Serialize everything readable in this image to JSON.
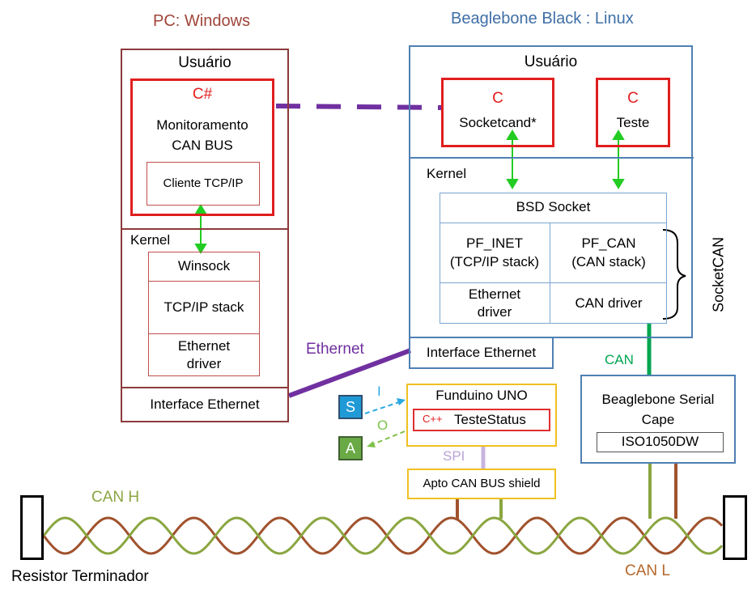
{
  "pc": {
    "title": "PC: Windows",
    "user_label": "Usuário",
    "app_lang": "C#",
    "app_name_line1": "Monitoramento",
    "app_name_line2": "CAN BUS",
    "tcp_client": "Cliente TCP/IP",
    "kernel_label": "Kernel",
    "winsock": "Winsock",
    "tcpip_stack": "TCP/IP stack",
    "eth_driver_line1": "Ethernet",
    "eth_driver_line2": "driver",
    "interface": "Interface  Ethernet"
  },
  "bbb": {
    "title": "Beaglebone  Black : Linux",
    "user_label": "Usuário",
    "socketcand_lang": "C",
    "socketcand_name": "Socketcand*",
    "teste_lang": "C",
    "teste_name": "Teste",
    "kernel_label": "Kernel",
    "bsd_socket": "BSD Socket",
    "pf_inet_line1": "PF_INET",
    "pf_inet_line2": "(TCP/IP stack)",
    "pf_can_line1": "PF_CAN",
    "pf_can_line2": "(CAN stack)",
    "eth_driver_line1": "Ethernet",
    "eth_driver_line2": "driver",
    "can_driver": "CAN driver",
    "socketcan": "SocketCAN",
    "interface": "Interface  Ethernet"
  },
  "links": {
    "ethernet": "Ethernet",
    "can": "CAN",
    "spi": "SPI",
    "in": "I",
    "out": "O"
  },
  "funduino": {
    "title": "Funduino UNO",
    "lang": "C++",
    "program": "TesteStatus"
  },
  "shield": {
    "name": "Apto CAN BUS shield"
  },
  "cape": {
    "name_line1": "Beaglebone  Serial",
    "name_line2": "Cape",
    "chip": "ISO1050DW"
  },
  "signals": {
    "s": "S",
    "a": "A",
    "s_color": "#1f9ad6",
    "a_color": "#6aaa46"
  },
  "bus": {
    "can_h": "CAN H",
    "can_l": "CAN L",
    "resistor": "Resistor Terminador",
    "can_h_color": "#8aa640",
    "can_l_color": "#a0522d"
  }
}
